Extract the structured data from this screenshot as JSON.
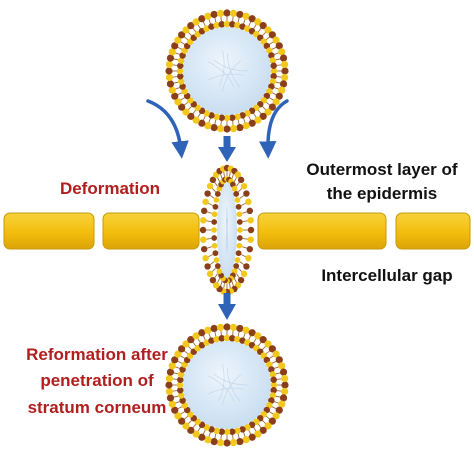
{
  "labels": {
    "deformation": "Deformation",
    "outermost_line1": "Outermost layer of",
    "outermost_line2": "the epidermis",
    "intercellular_gap": "Intercellular gap",
    "reformation_line1": "Reformation after",
    "reformation_line2": "penetration of",
    "reformation_line3": "stratum corneum"
  },
  "colors": {
    "label_red": "#b01e1e",
    "label_black": "#111111",
    "cell_fill": "#f4c20e",
    "cell_edge": "#c79a08",
    "arrow_blue": "#2f63b8",
    "lipid_head_brown": "#8a3f1a",
    "lipid_head_yellow": "#f2c81c",
    "core_fill": "#dbe9f6"
  },
  "icons": {
    "vesicle": "liposome-bilayer-icon",
    "arrow": "down-arrow-icon"
  }
}
